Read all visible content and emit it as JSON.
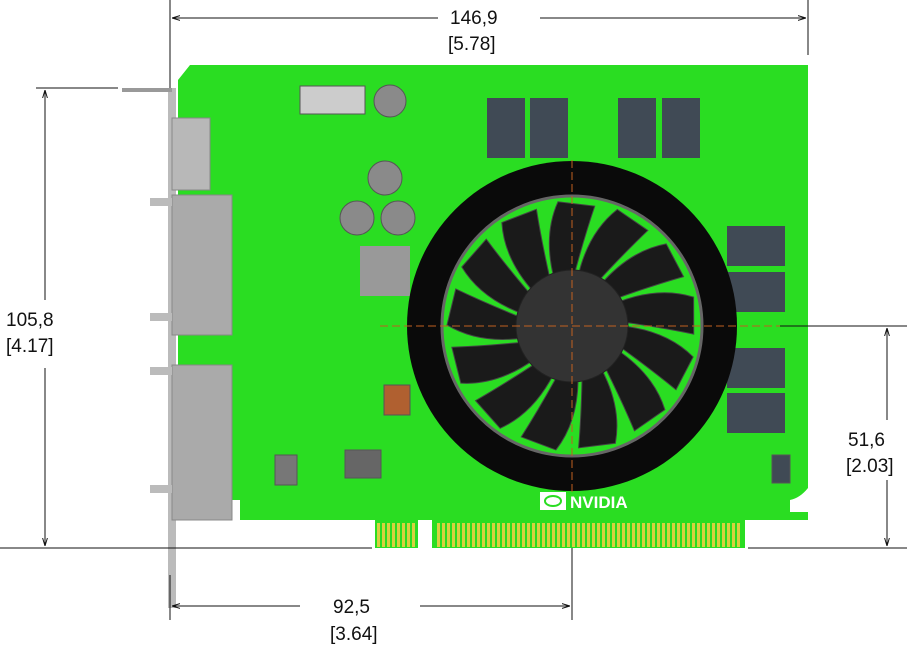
{
  "dimensions": {
    "width": {
      "mm": "146,9",
      "in": "[5.78]"
    },
    "height": {
      "mm": "105,8",
      "in": "[4.17]"
    },
    "fan_center_height": {
      "mm": "51,6",
      "in": "[2.03]"
    },
    "fan_center_offset": {
      "mm": "92,5",
      "in": "[3.64]"
    }
  },
  "board": {
    "brand_logo": "NVIDIA",
    "pcb_color": "#2add22",
    "finger_color": "#d8d040",
    "fan_color": "#0a0a0a"
  }
}
